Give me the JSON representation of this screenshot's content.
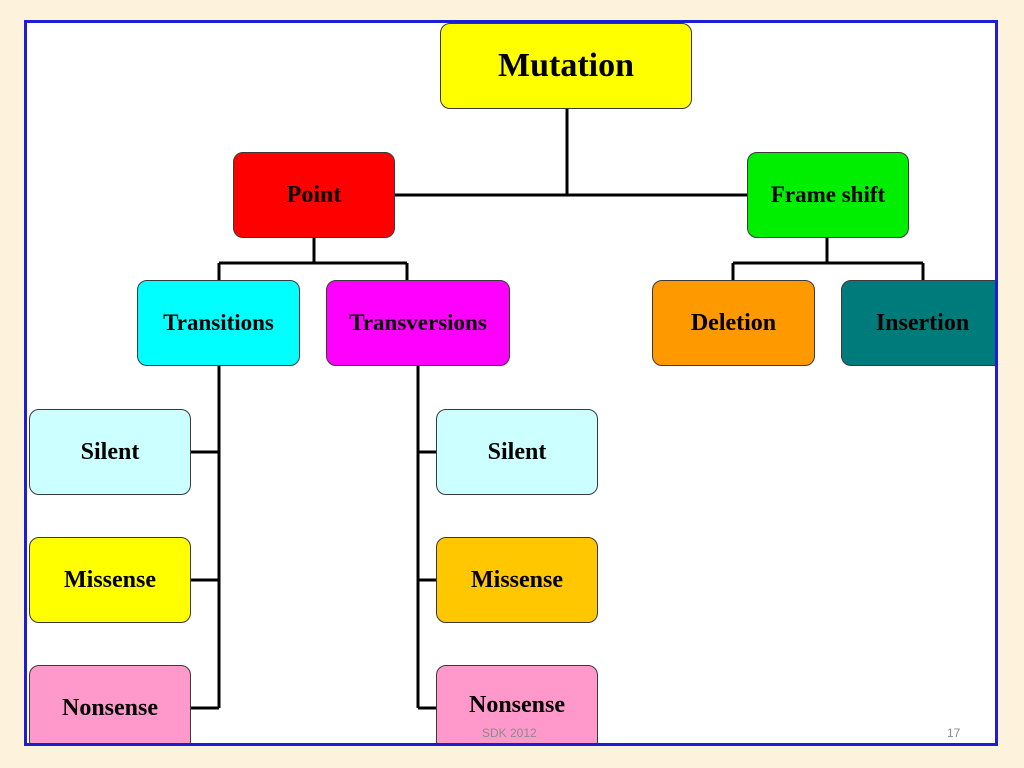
{
  "slide": {
    "footer": "SDK 2012",
    "page_number": "17"
  },
  "colors": {
    "frame": "#1d1dd6",
    "background": "#fdf3dc",
    "mutation": "#ffff00",
    "point": "#ff0000",
    "frameshift": "#00ee00",
    "transitions": "#00ffff",
    "transversions": "#ff00ff",
    "deletion": "#ff9900",
    "insertion": "#007b7b",
    "silent": "#ccffff",
    "missense_left": "#ffff00",
    "missense_right": "#ffc700",
    "nonsense": "#ff99cc"
  },
  "nodes": {
    "mutation": "Mutation",
    "point": "Point",
    "frameshift": "Frame shift",
    "transitions": "Transitions",
    "transversions": "Transversions",
    "deletion": "Deletion",
    "insertion": "Insertion",
    "left_silent": "Silent",
    "left_missense": "Missense",
    "left_nonsense": "Nonsense",
    "right_silent": "Silent",
    "right_missense": "Missense",
    "right_nonsense": "Nonsense"
  }
}
